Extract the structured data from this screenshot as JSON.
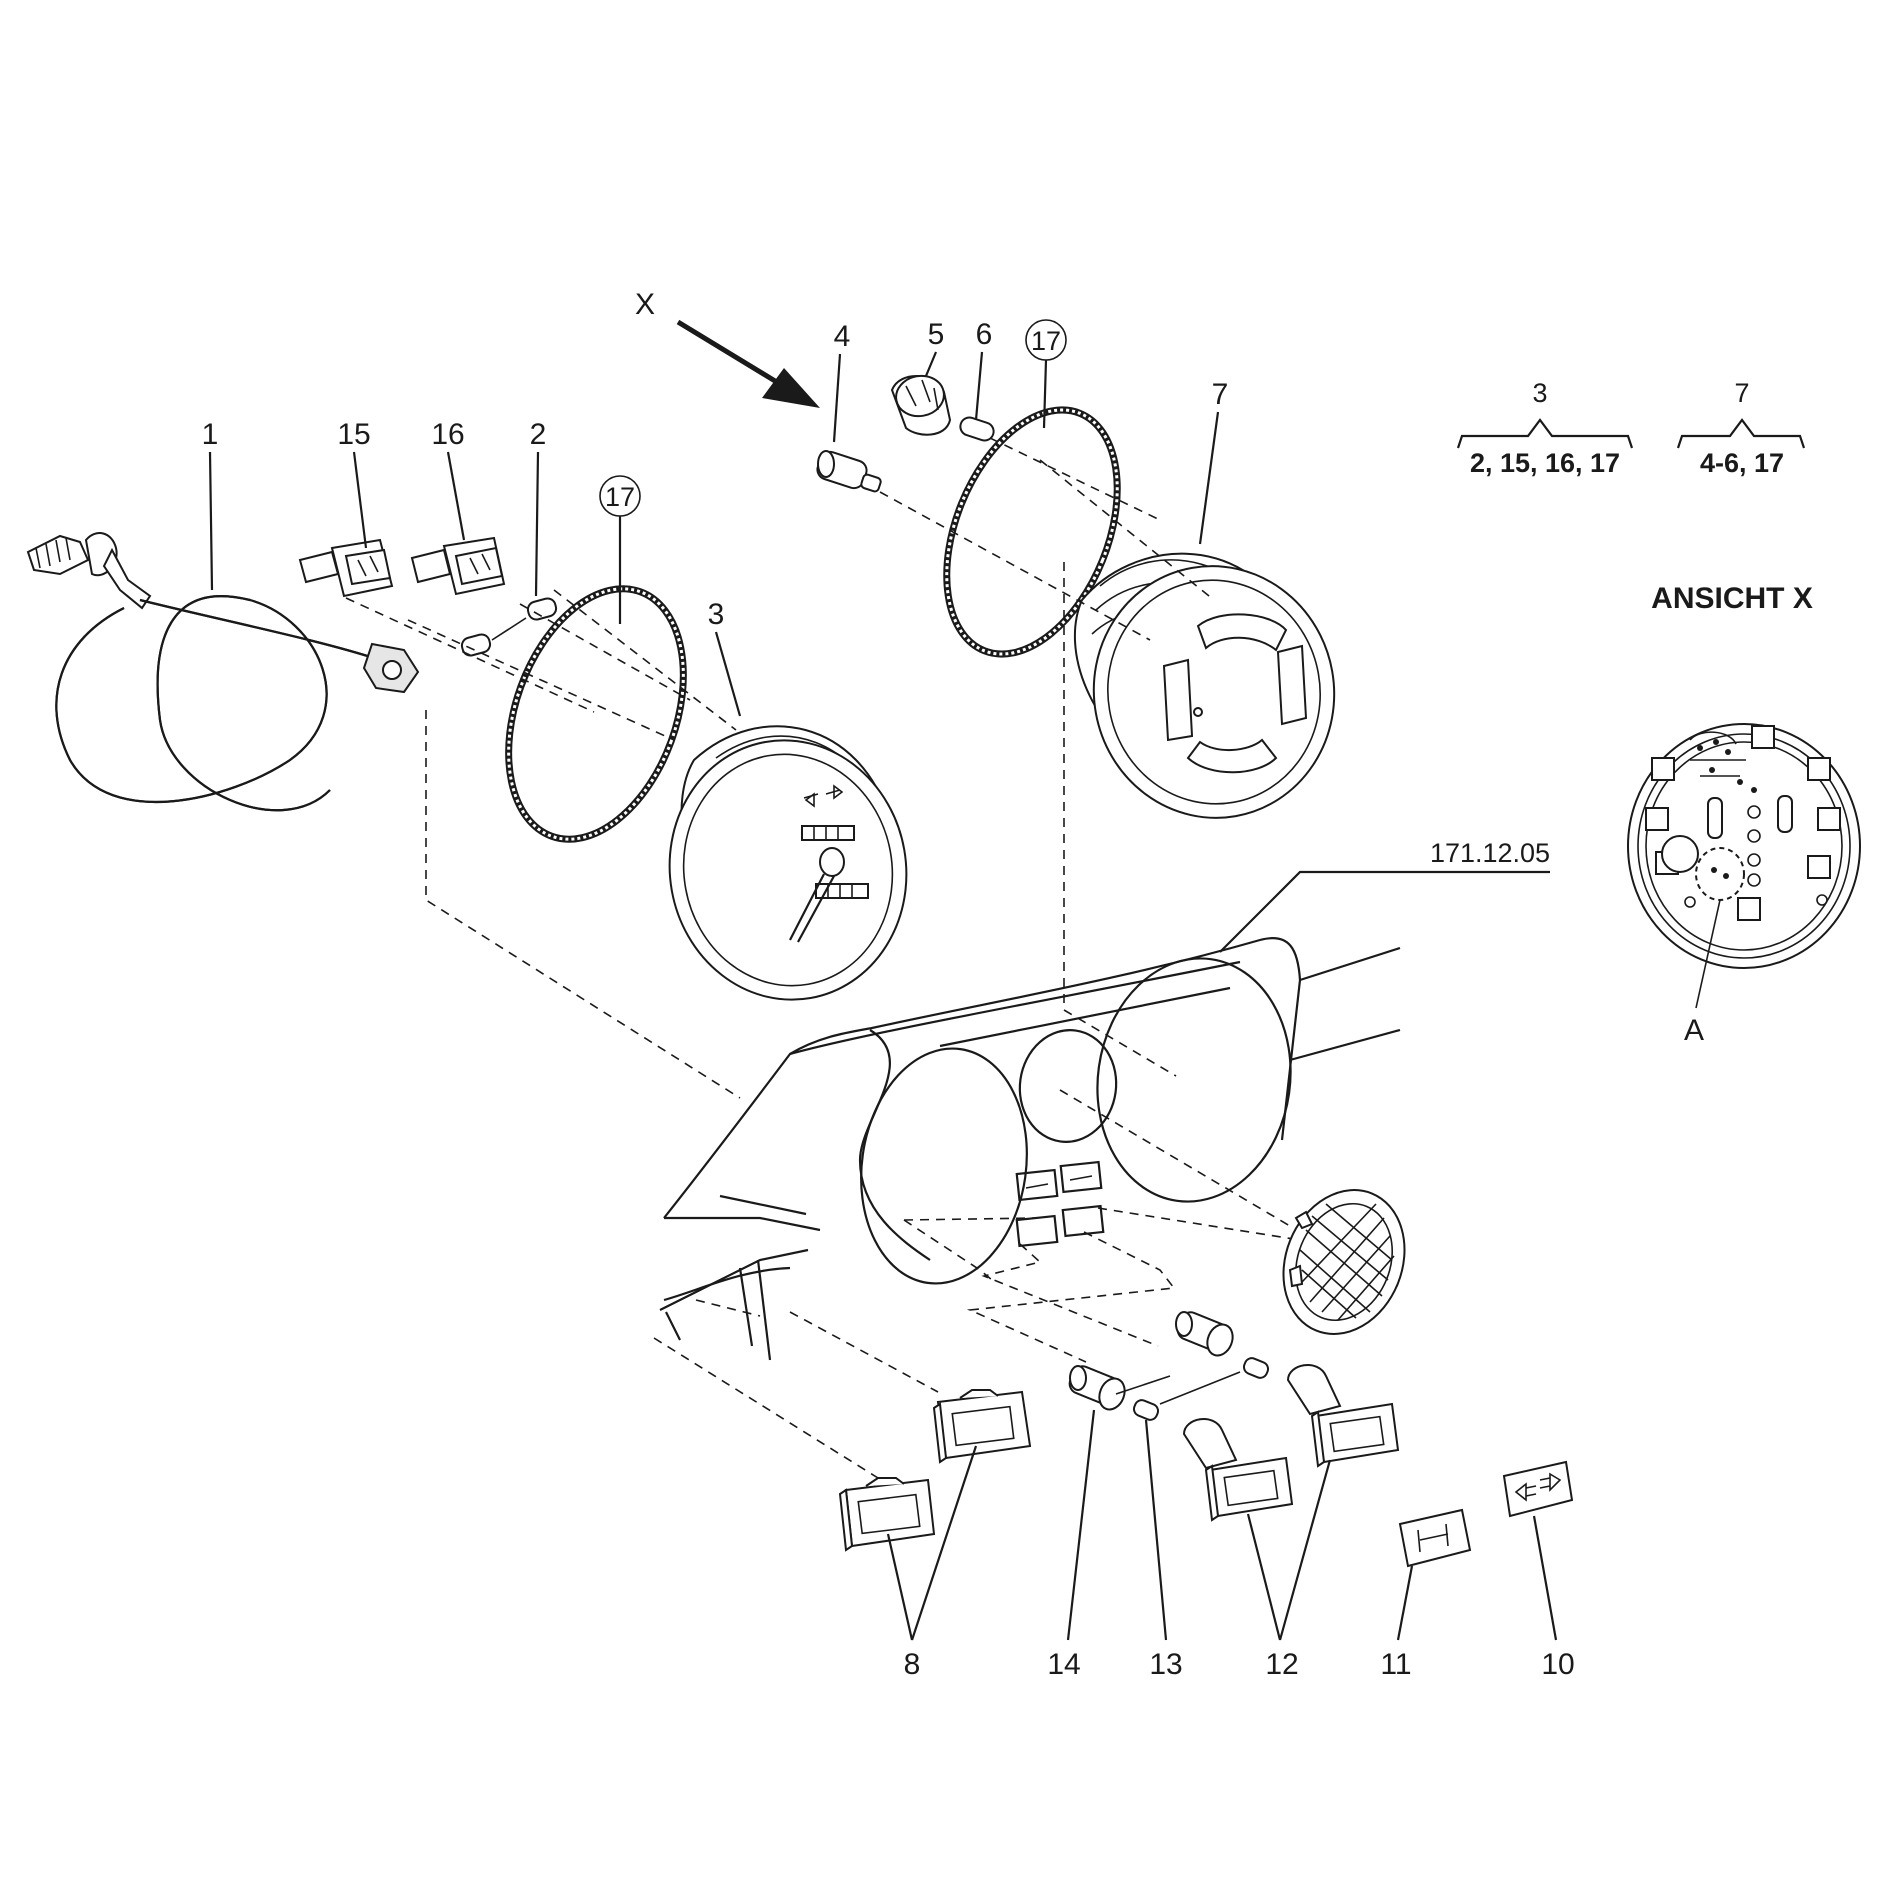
{
  "labels": {
    "p1": "1",
    "p15": "15",
    "p16": "16",
    "p2": "2",
    "p17a": "17",
    "p3": "3",
    "p4": "4",
    "p5": "5",
    "p6": "6",
    "p17b": "17",
    "p7": "7",
    "p8": "8",
    "p14": "14",
    "p13": "13",
    "p12": "12",
    "p11": "11",
    "p10": "10",
    "view_arrow": "X",
    "ref_number": "171.12.05",
    "view_title": "ANSICHT  X",
    "view_detail": "A"
  },
  "assemblies": [
    {
      "parent": "3",
      "children": "2, 15, 16, 17"
    },
    {
      "parent": "7",
      "children": "4-6, 17"
    }
  ]
}
